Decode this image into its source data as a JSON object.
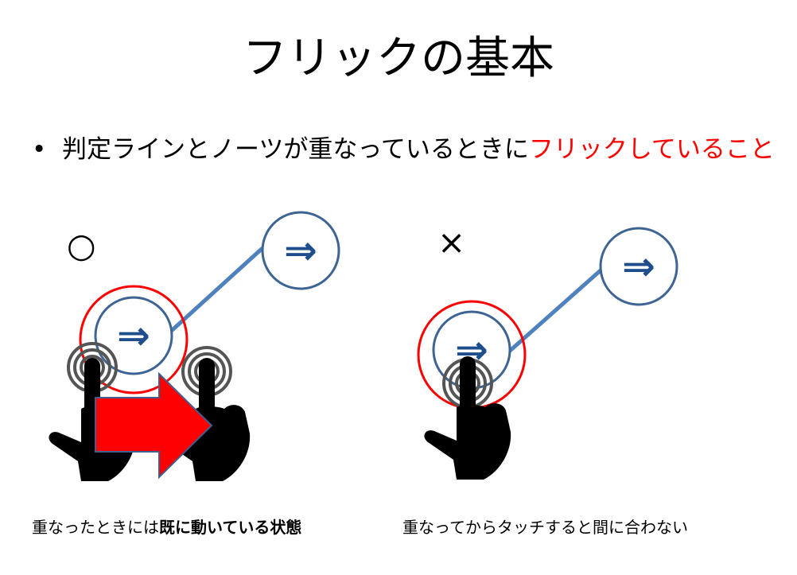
{
  "title": "フリックの基本",
  "bullet": {
    "symbol": "•",
    "text_black": "判定ラインとノーツが重なっているときに",
    "text_red": "フリックしていること"
  },
  "left_panel": {
    "mark": "○",
    "caption_normal": "重なったときには",
    "caption_bold": "既に動いている状態"
  },
  "right_panel": {
    "mark": "×",
    "caption": "重なってからタッチすると間に合わない"
  },
  "note_glyph": "⇒",
  "colors": {
    "note_ring": "#3e6494",
    "note_arrow": "#1f4e8c",
    "track_line": "#4f81bd",
    "judge_ring": "#ff0000",
    "red_arrow": "#ff0000",
    "red_arrow_border": "#3f5f8f",
    "hand": "#000000",
    "touch_ring": "#555555"
  },
  "icons": [
    "note-icon",
    "hand-icon",
    "touch-ripple-icon",
    "right-arrow-icon"
  ]
}
